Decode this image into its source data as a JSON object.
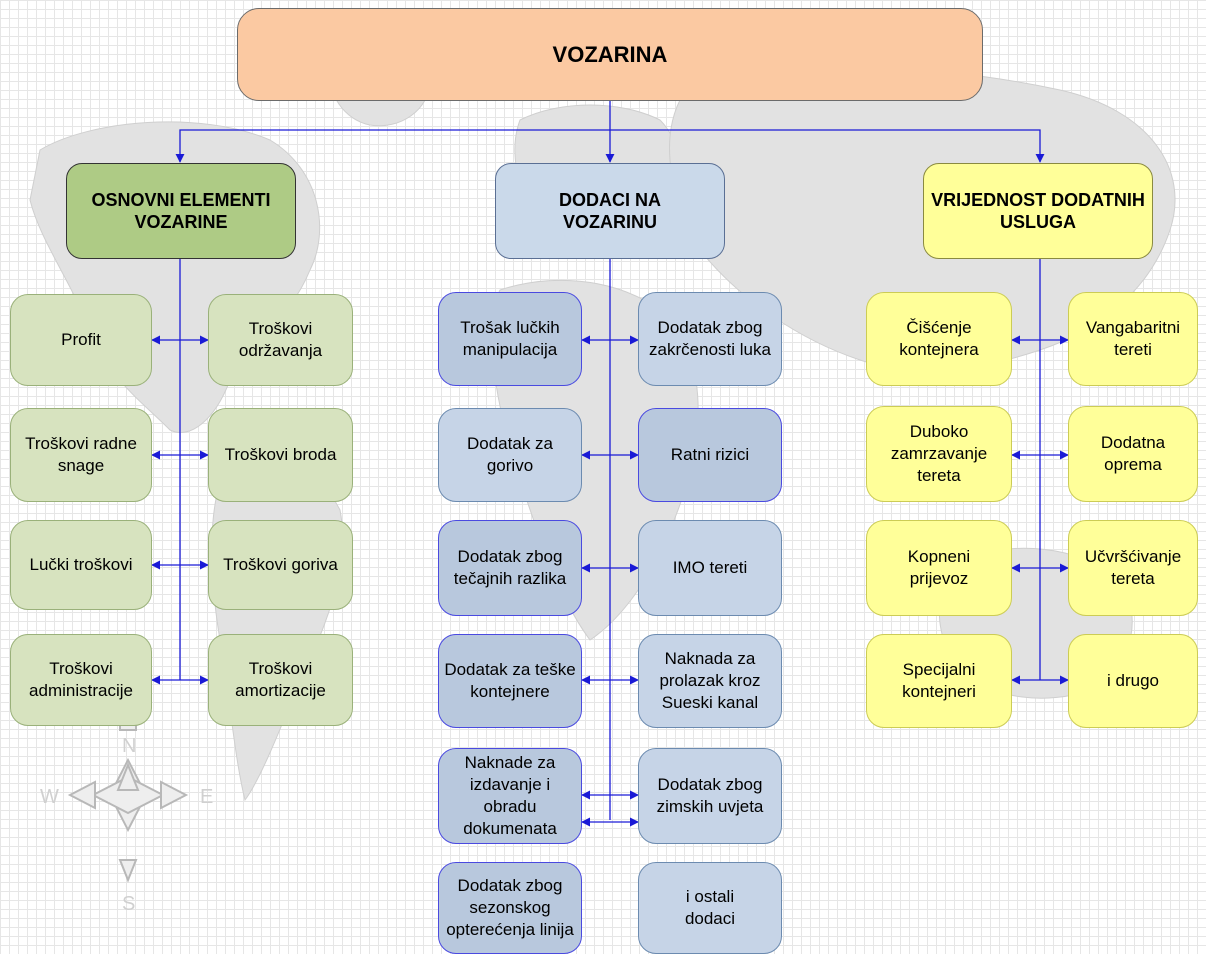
{
  "title": "VOZARINA",
  "columns": [
    {
      "header": "OSNOVNI ELEMENTI VOZARINE",
      "rows": [
        [
          "Profit",
          "Troškovi održavanja"
        ],
        [
          "Troškovi radne snage",
          "Troškovi broda"
        ],
        [
          "Lučki troškovi",
          "Troškovi goriva"
        ],
        [
          "Troškovi administracije",
          "Troškovi amortizacije"
        ]
      ]
    },
    {
      "header": "DODACI NA VOZARINU",
      "rows": [
        [
          "Trošak lučkih manipulacija",
          "Dodatak zbog zakrčenosti luka"
        ],
        [
          "Dodatak za gorivo",
          "Ratni rizici"
        ],
        [
          "Dodatak zbog tečajnih razlika",
          "IMO tereti"
        ],
        [
          "Dodatak za teške kontejnere",
          "Naknada za prolazak kroz Sueski kanal"
        ],
        [
          "Naknade za izdavanje i obradu dokumenata",
          "Dodatak zbog zimskih uvjeta"
        ],
        [
          "Dodatak zbog sezonskog opterećenja linija",
          "i ostali dodaci"
        ]
      ]
    },
    {
      "header": "VRIJEDNOST DODATNIH USLUGA",
      "rows": [
        [
          "Čišćenje kontejnera",
          "Vangabaritni tereti"
        ],
        [
          "Duboko zamrzavanje tereta",
          "Dodatna oprema"
        ],
        [
          "Kopneni prijevoz",
          "Učvršćivanje tereta"
        ],
        [
          "Specijalni kontejneri",
          "i drugo"
        ]
      ]
    }
  ],
  "compass": [
    "N",
    "S",
    "W",
    "E"
  ],
  "colors": {
    "title": "#fbc9a2",
    "green_header": "#aecb85",
    "green_box": "#d7e3bf",
    "blue_header": "#cad9ea",
    "blue_box": "#c6d4e7",
    "blue_box_dark": "#b8c8dd",
    "yellow": "#ffff99",
    "connector": "#1a1ad6"
  }
}
